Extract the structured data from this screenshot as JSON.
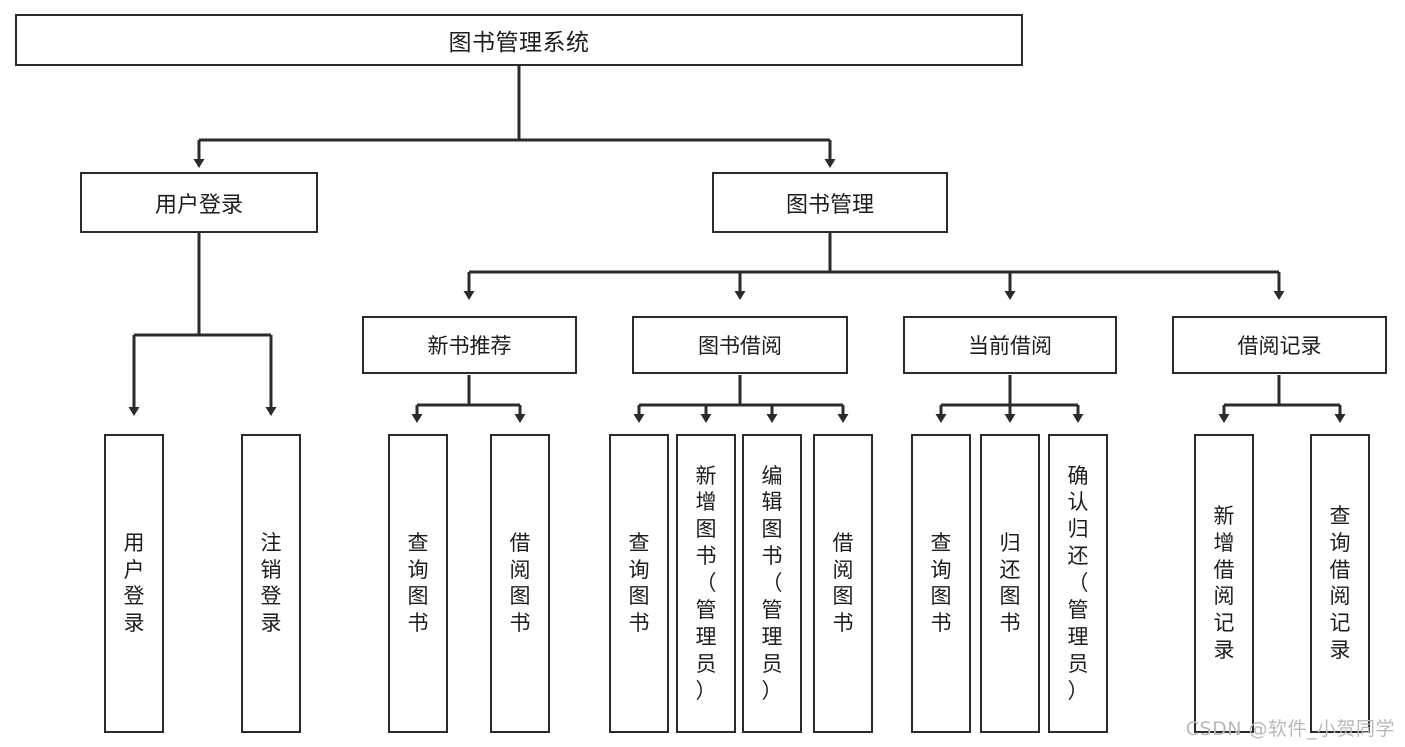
{
  "diagram": {
    "title": "图书管理系统",
    "watermark": "CSDN @软件_小贺同学",
    "stroke_color": "#2b2b2b",
    "fill_color": "#ffffff",
    "root": {
      "label": "图书管理系统"
    },
    "level2": [
      {
        "label": "用户登录"
      },
      {
        "label": "图书管理"
      }
    ],
    "level3": [
      {
        "label": "新书推荐"
      },
      {
        "label": "图书借阅"
      },
      {
        "label": "当前借阅"
      },
      {
        "label": "借阅记录"
      }
    ],
    "leaves": {
      "user_login": [
        {
          "label": "用户登录"
        },
        {
          "label": "注销登录"
        }
      ],
      "new_book_recommend": [
        {
          "label": "查询图书"
        },
        {
          "label": "借阅图书"
        }
      ],
      "book_borrow": [
        {
          "label": "查询图书"
        },
        {
          "label": "新增图书（管理员）"
        },
        {
          "label": "编辑图书（管理员）"
        },
        {
          "label": "借阅图书"
        }
      ],
      "current_borrow": [
        {
          "label": "查询图书"
        },
        {
          "label": "归还图书"
        },
        {
          "label": "确认归还（管理员）"
        }
      ],
      "borrow_record": [
        {
          "label": "新增借阅记录"
        },
        {
          "label": "查询借阅记录"
        }
      ]
    }
  }
}
